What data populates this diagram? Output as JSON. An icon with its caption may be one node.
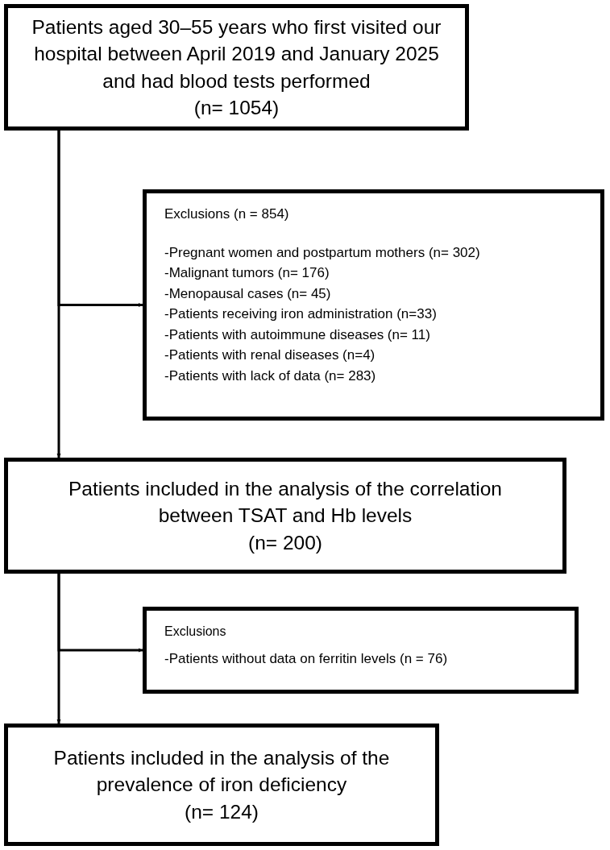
{
  "diagram": {
    "nodes": [
      {
        "text": [
          "Patients aged 30–55 years who first visited our hospital between April 2019 and January 2025 and had blood tests performed",
          "(n= 1054)"
        ]
      },
      {
        "text": [
          "Exclusions (n = 854)",
          "-Pregnant women and postpartum mothers (n= 302)",
          "-Malignant tumors (n= 176)",
          "-Menopausal cases (n= 45)",
          "-Patients receiving iron administration (n=33)",
          "-Patients with autoimmune diseases (n= 11)",
          "-Patients with renal diseases (n=4)",
          "-Patients with lack of data (n= 283)"
        ]
      },
      {
        "text": [
          "Patients included in the analysis of the correlation between TSAT and Hb levels",
          "(n= 200)"
        ]
      },
      {
        "text": [
          "Exclusions",
          "-Patients without data on ferritin levels (n = 76)"
        ]
      },
      {
        "text": [
          "Patients included in the analysis of the prevalence of iron deficiency",
          "(n= 124)"
        ]
      }
    ],
    "edges": [
      {
        "from": 0,
        "to": 1,
        "arrow": "to"
      },
      {
        "from": 0,
        "to": 2,
        "arrow": "to"
      },
      {
        "from": 2,
        "to": 3,
        "arrow": "to"
      },
      {
        "from": 2,
        "to": 4,
        "arrow": "to"
      }
    ]
  }
}
